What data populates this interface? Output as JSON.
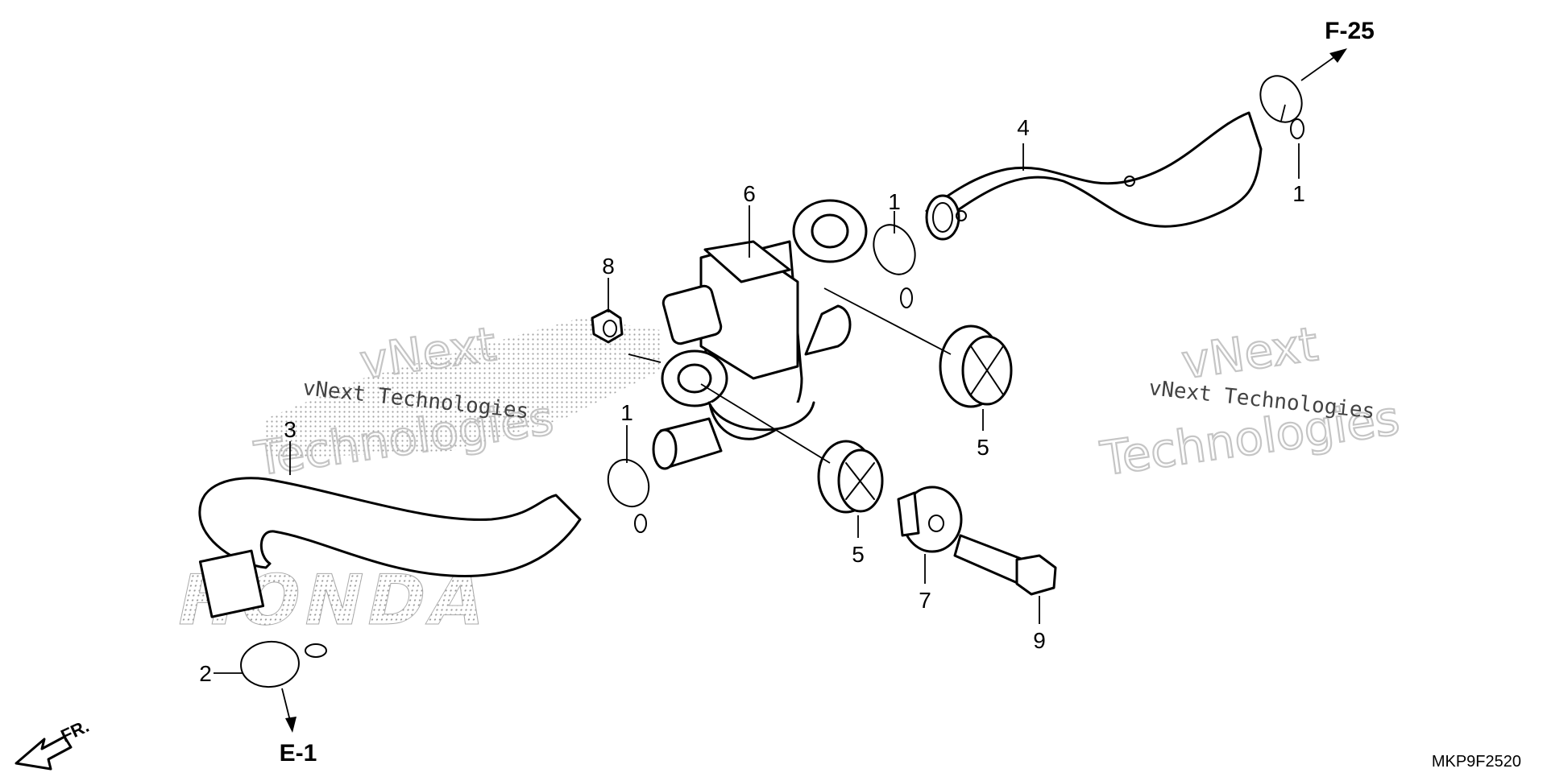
{
  "diagram": {
    "callouts": {
      "clip_top_right": "1",
      "pipe_upper": "4",
      "valve": "6",
      "clip_mid_upper": "1",
      "nut": "8",
      "grommet_right": "5",
      "clip_mid_lower": "1",
      "pipe_lower": "3",
      "grommet_lower": "5",
      "collar": "7",
      "bolt": "9",
      "clip_bottom": "2"
    },
    "refs": {
      "top_arrow": "F-25",
      "bottom_arrow": "E-1",
      "front": "FR."
    },
    "diagram_code": "MKP9F2520",
    "watermark": {
      "line1": "vNext Technologies",
      "big1": "vNext",
      "big2": "Technologies"
    },
    "brand": "HONDA"
  }
}
